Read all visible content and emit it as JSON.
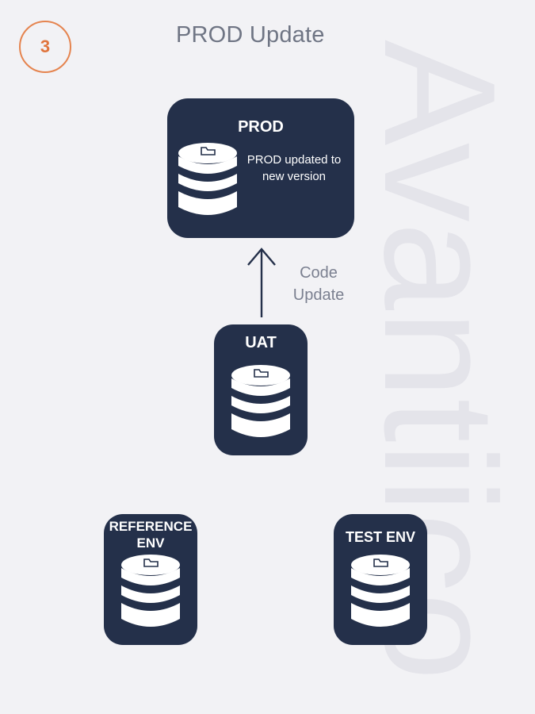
{
  "header": {
    "step_number": "3",
    "title": "PROD Update"
  },
  "watermark": {
    "text": "Avantiico"
  },
  "nodes": {
    "prod": {
      "label": "PROD",
      "note": "PROD updated to new version"
    },
    "uat": {
      "label": "UAT"
    },
    "reference": {
      "label": "REFERENCE ENV"
    },
    "test": {
      "label": "TEST ENV"
    }
  },
  "arrow": {
    "caption": "Code Update"
  },
  "colors": {
    "box_fill": "#24304a",
    "accent": "#e0743c",
    "title_text": "#6f7584",
    "background": "#f2f2f5"
  },
  "icons": {
    "database": "database-icon",
    "arrow": "arrow-up-icon"
  }
}
